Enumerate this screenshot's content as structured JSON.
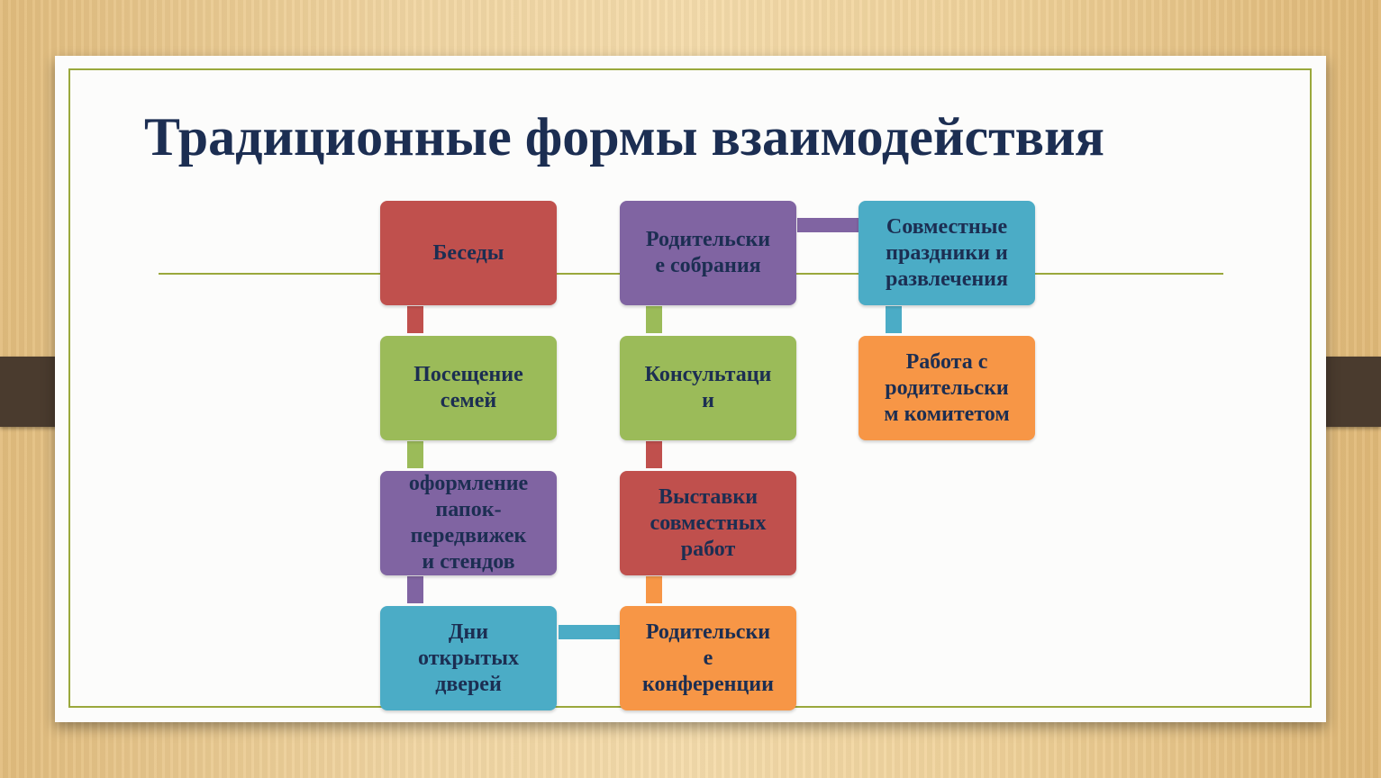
{
  "title": "Традиционные формы взаимодействия",
  "colors": {
    "red": "#c0504d",
    "green": "#9bbb59",
    "purple": "#8064a2",
    "teal": "#4bacc6",
    "orange": "#f79646",
    "text": "#1c2e52",
    "frame": "#9aa83c"
  },
  "columns": [
    {
      "items": [
        {
          "label": "Беседы",
          "color": "red"
        },
        {
          "label": "Посещение\nсемей",
          "color": "green"
        },
        {
          "label": "оформление\nпапок-\nпередвижек\nи стендов",
          "color": "purple"
        },
        {
          "label": "Дни\nоткрытых\nдверей",
          "color": "teal"
        }
      ]
    },
    {
      "items": [
        {
          "label": "Родительски\nе собрания",
          "color": "purple"
        },
        {
          "label": "Консультаци\nи",
          "color": "green"
        },
        {
          "label": "Выставки\nсовместных\nработ",
          "color": "red"
        },
        {
          "label": "Родительски\nе\nконференции",
          "color": "orange"
        }
      ]
    },
    {
      "items": [
        {
          "label": "Совместные\nпраздники и\nразвлечения",
          "color": "teal"
        },
        {
          "label": "Работа с\nродительски\nм комитетом",
          "color": "orange"
        }
      ]
    }
  ]
}
